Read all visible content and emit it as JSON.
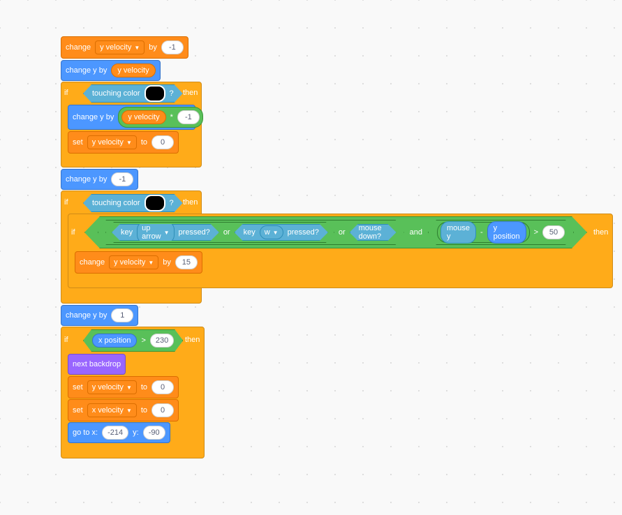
{
  "labels": {
    "change": "change",
    "by": "by",
    "change_y_by": "change y by",
    "if": "if",
    "then": "then",
    "set": "set",
    "to": "to",
    "touching_color": "touching color",
    "qmark": "?",
    "key": "key",
    "pressed": "pressed?",
    "or": "or",
    "and": "and",
    "mouse_down": "mouse down?",
    "mouse_y": "mouse y",
    "y_position": "y position",
    "x_position": "x position",
    "next_backdrop": "next backdrop",
    "go_to_x": "go to x:",
    "y_colon": "y:",
    "mul": "*",
    "minus": "-",
    "gt": ">"
  },
  "vars": {
    "y_velocity": "y velocity",
    "x_velocity": "x velocity"
  },
  "keys": {
    "up_arrow": "up arrow",
    "w": "w"
  },
  "values": {
    "b1_by": "-1",
    "mul": "-1",
    "set1": "0",
    "b5_by": "-1",
    "gt50": "50",
    "change15": "15",
    "b9_by": "1",
    "gt230": "230",
    "set_y": "0",
    "set_x": "0",
    "goto_x": "-214",
    "goto_y": "-90"
  },
  "colors": {
    "touch": "#000000"
  }
}
